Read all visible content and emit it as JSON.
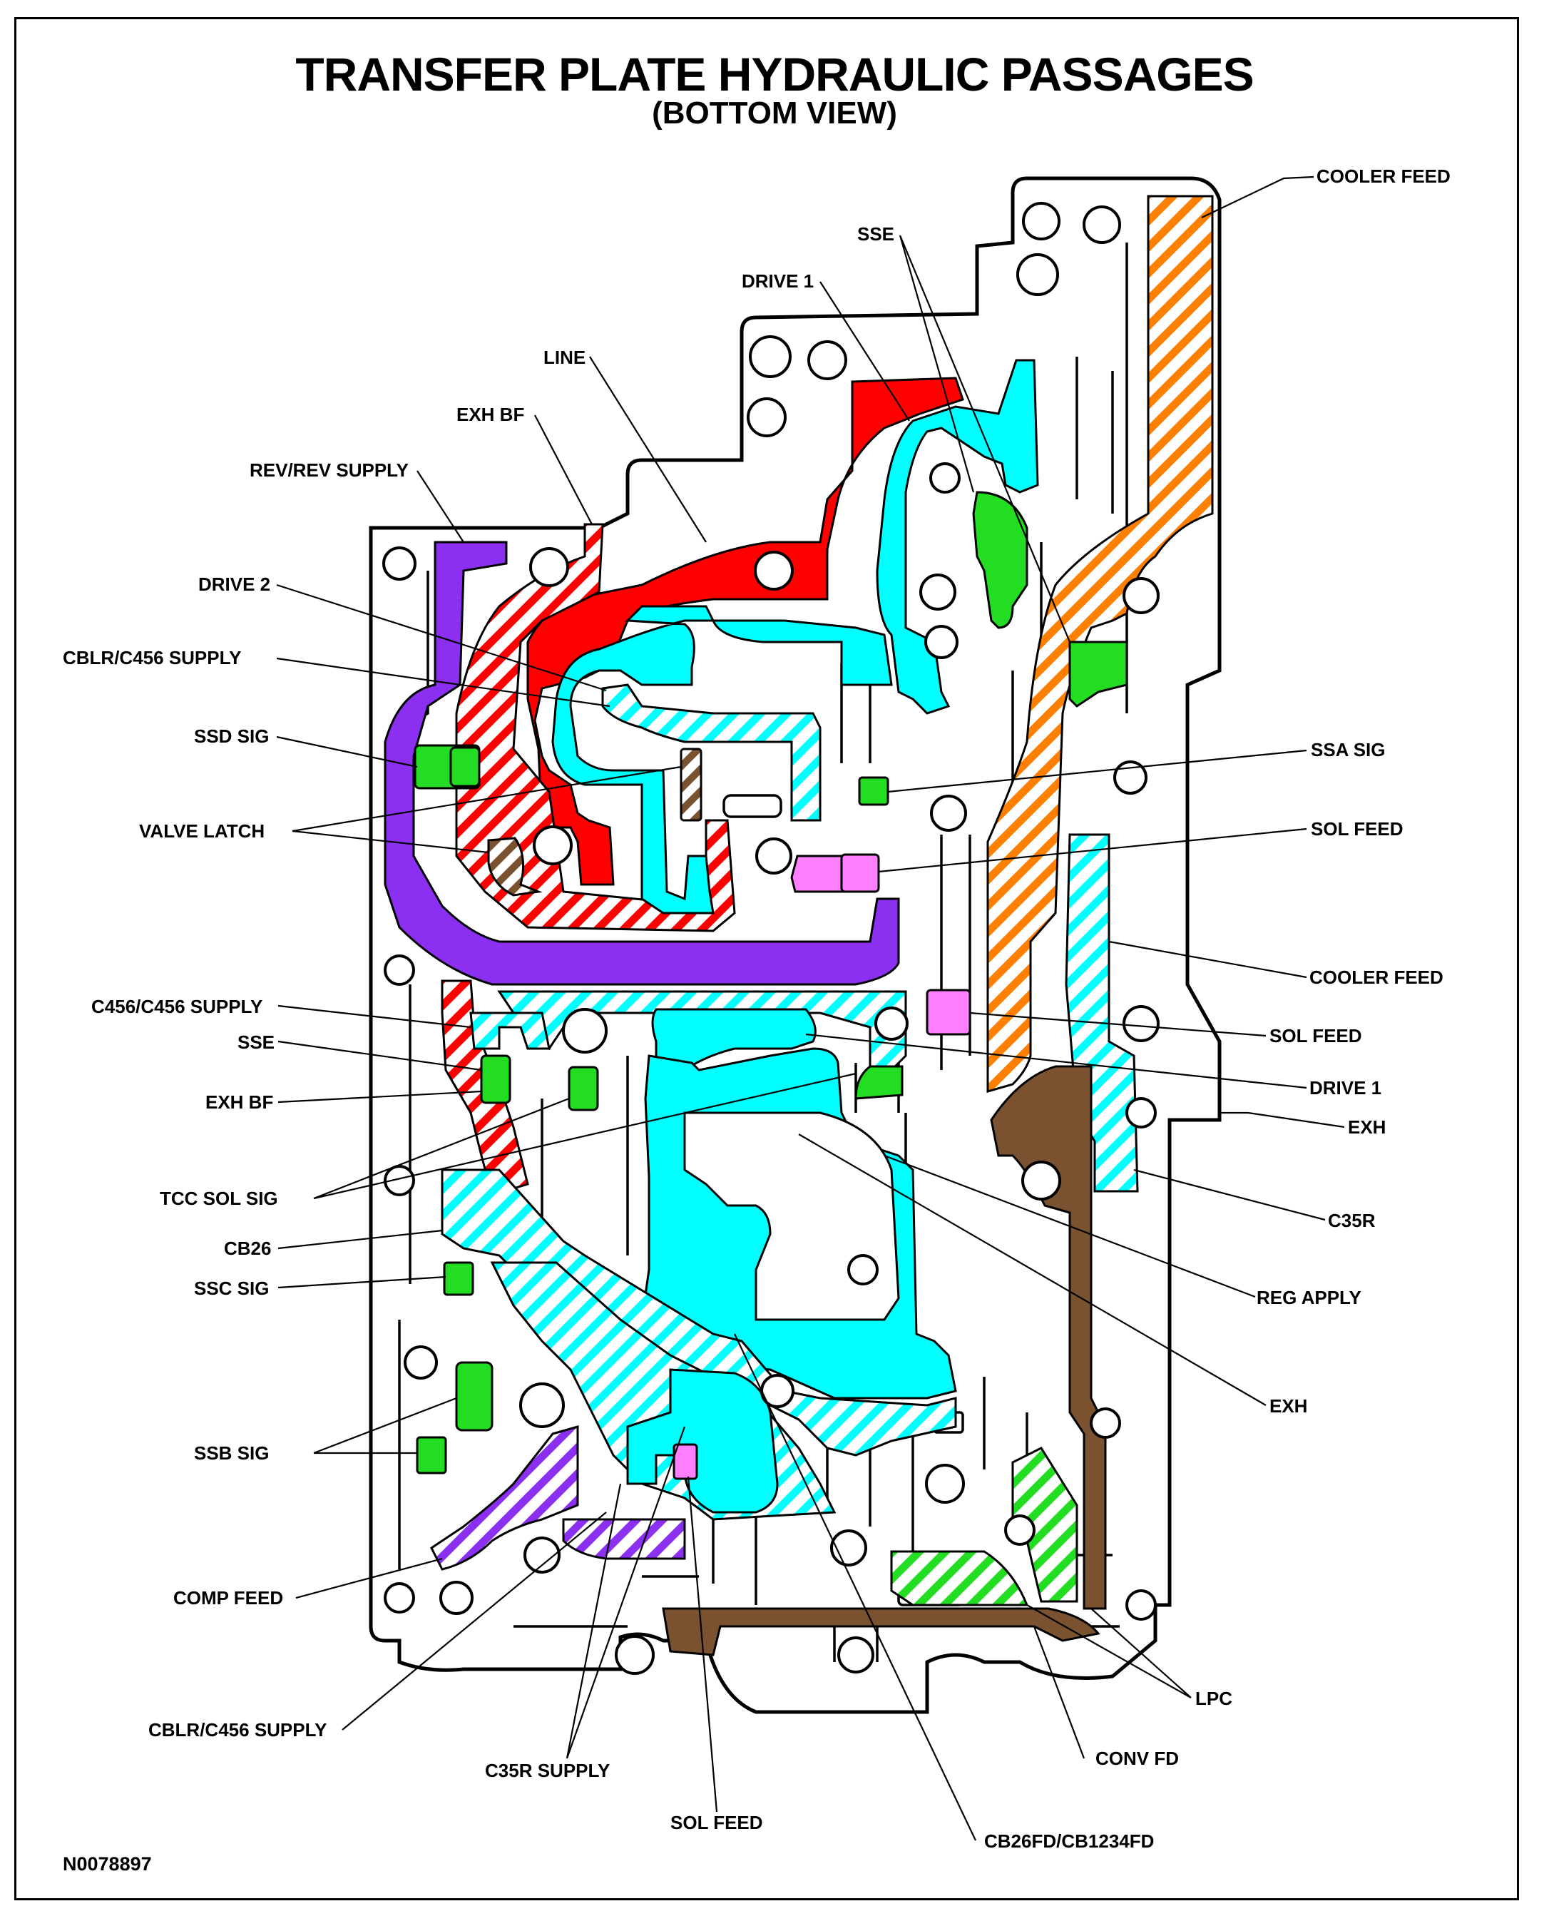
{
  "title": "TRANSFER PLATE HYDRAULIC PASSAGES",
  "subtitle": "(BOTTOM VIEW)",
  "figure_id": "N0078897",
  "colors": {
    "line": "#ff0000",
    "drive1": "#00ffff",
    "cooler_feed": "#ff8000",
    "rev_supply": "#8b2ff0",
    "solenoid_signal": "#22dd22",
    "sol_feed": "#ff80ff",
    "conv_fd": "#7a5230",
    "valve_latch": "#7a5230",
    "lpc": "#22dd22",
    "outline": "#000000"
  },
  "callouts": {
    "cooler_feed_top": "COOLER FEED",
    "sse_top": "SSE",
    "drive1_top": "DRIVE 1",
    "line": "LINE",
    "exh_bf_top": "EXH BF",
    "rev_supply": "REV/REV SUPPLY",
    "drive2": "DRIVE 2",
    "cblr_top": "CBLR/C456 SUPPLY",
    "ssd_sig": "SSD SIG",
    "valve_latch": "VALVE LATCH",
    "ssa_sig": "SSA SIG",
    "sol_feed_upper": "SOL FEED",
    "cooler_feed_mid": "COOLER FEED",
    "sol_feed_mid": "SOL FEED",
    "c456_supply": "C456/C456 SUPPLY",
    "sse_mid": "SSE",
    "drive1_mid": "DRIVE 1",
    "exh_bf_mid": "EXH BF",
    "exh_right": "EXH",
    "tcc_sol_sig": "TCC SOL SIG",
    "c35r": "C35R",
    "cb26": "CB26",
    "ssc_sig": "SSC SIG",
    "reg_apply": "REG APPLY",
    "exh_lower": "EXH",
    "ssb_sig": "SSB SIG",
    "comp_feed": "COMP FEED",
    "lpc": "LPC",
    "cblr_bottom": "CBLR/C456 SUPPLY",
    "conv_fd": "CONV FD",
    "c35r_supply": "C35R SUPPLY",
    "sol_feed_bottom": "SOL FEED",
    "cb26fd": "CB26FD/CB1234FD"
  }
}
